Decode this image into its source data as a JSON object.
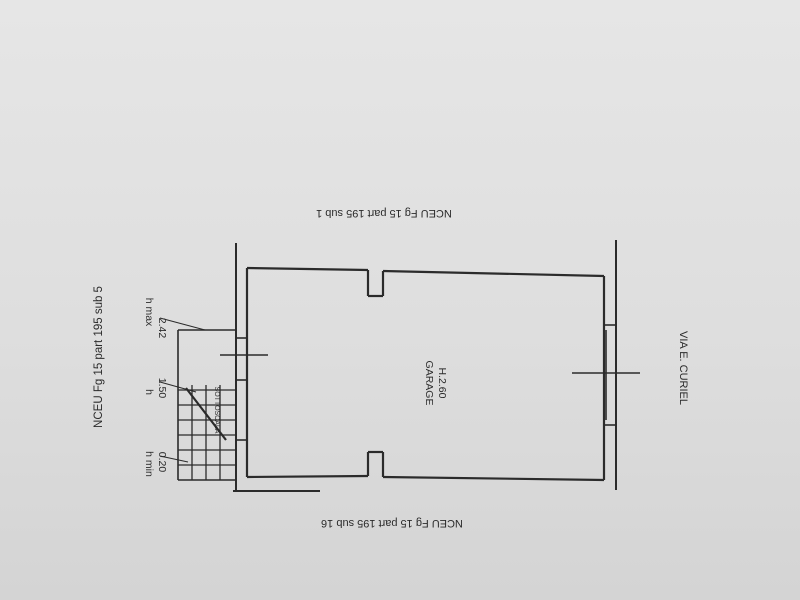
{
  "labels": {
    "top_neighbor": "NCEU Fg 15 part 195 sub 1",
    "bottom_neighbor": "NCEU Fg 15 part 195 sub 16",
    "left_neighbor": "NCEU Fg 15 part 195 sub 5",
    "room_name": "GARAGE",
    "room_height": "H.2.60",
    "street": "VIA E. CURIEL",
    "stair_label": "SOTTOSCALA",
    "h_max_label": "h max",
    "h_max_value": "2.42",
    "h_label": "h",
    "h_value": "1.50",
    "h_min_label": "h min",
    "h_min_value": "0.20"
  }
}
